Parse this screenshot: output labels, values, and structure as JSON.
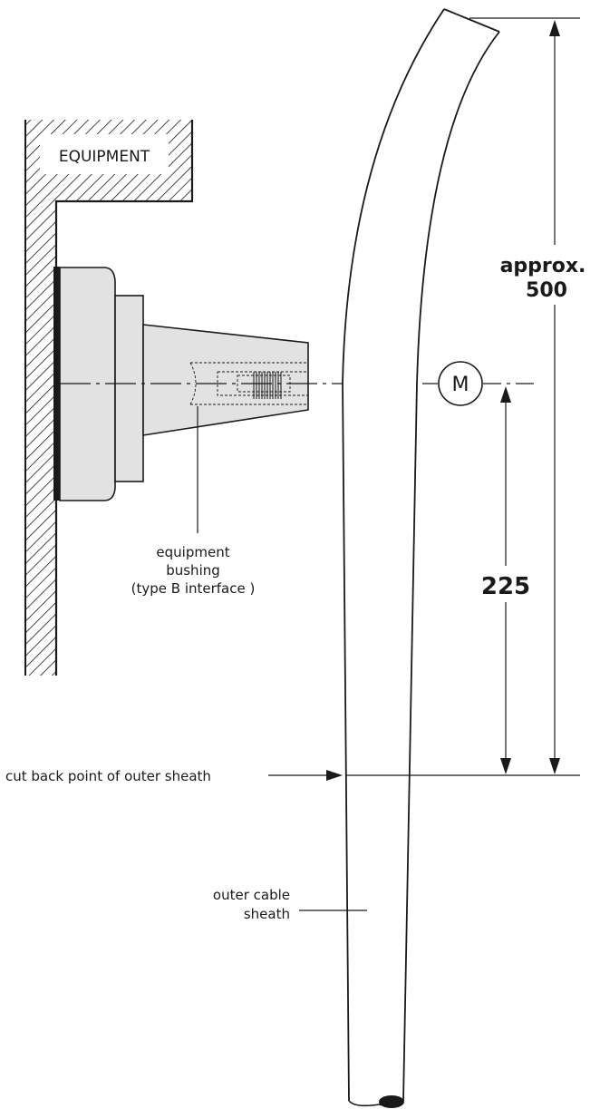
{
  "labels": {
    "equipment": "EQUIPMENT",
    "bushing_line1": "equipment",
    "bushing_line2": "bushing",
    "bushing_line3": "(type B interface )",
    "cutback": "cut back point of outer sheath",
    "sheath_line1": "outer cable",
    "sheath_line2": "sheath",
    "marker": "M"
  },
  "dimensions": {
    "total_line1": "approx.",
    "total_line2": "500",
    "mark": "225"
  },
  "colors": {
    "line": "#1a1a1a",
    "bushing_fill": "#e2e2e2",
    "background": "#ffffff"
  }
}
